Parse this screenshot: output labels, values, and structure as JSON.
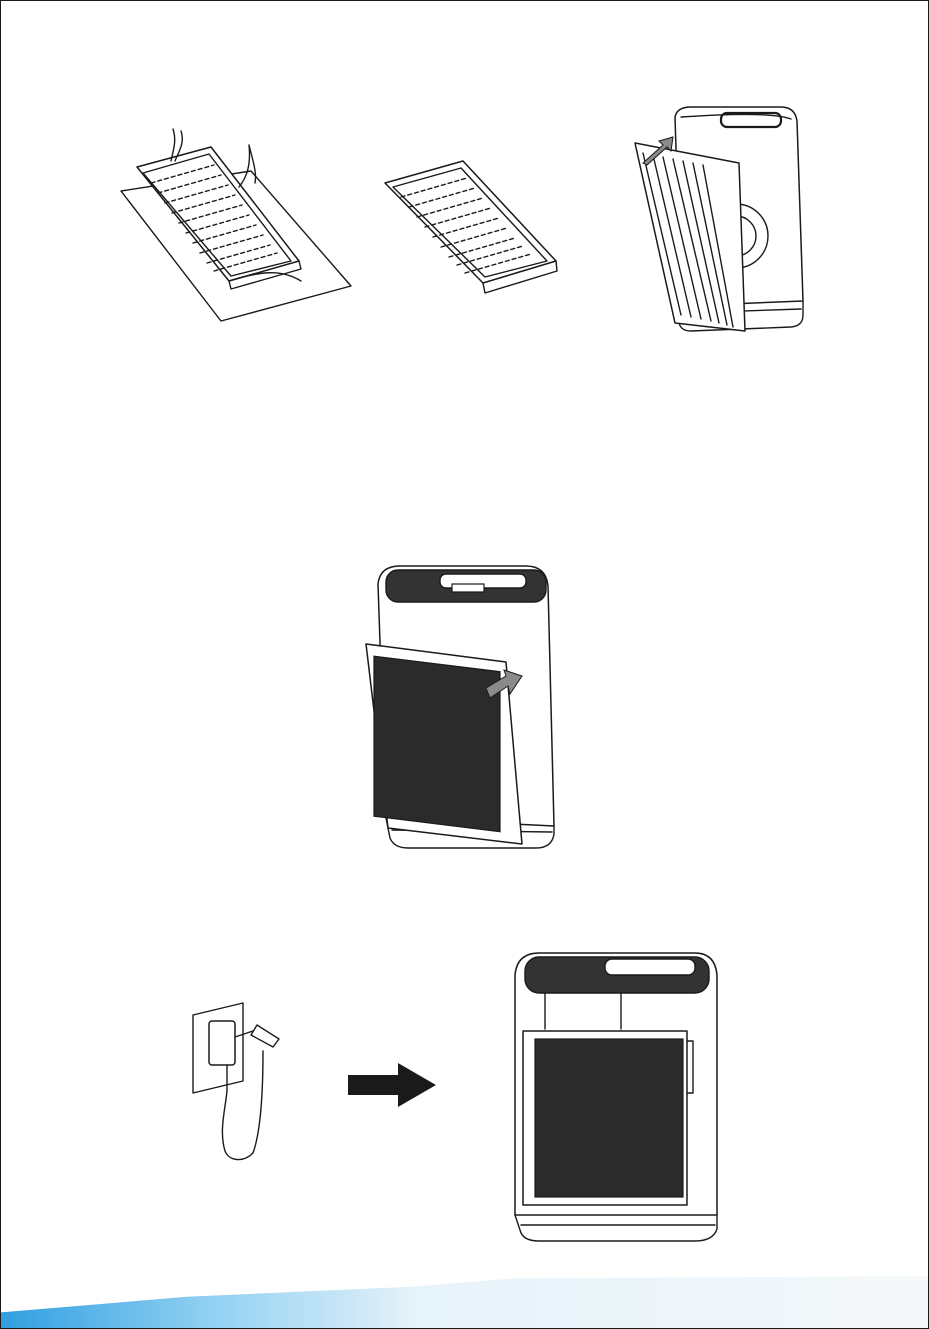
{
  "illustrations": {
    "step_1": "unwrap-filter",
    "step_2": "unwrapped-filter",
    "step_3": "insert-filter",
    "step_4": "attach-front-cover",
    "step_5": "plug-in-adapter",
    "step_6": "assembled-purifier"
  },
  "colors": {
    "line": "#1a1a1a",
    "arrow_gray": "#8a8a8a",
    "footer_blue": "#2f9fe0"
  }
}
